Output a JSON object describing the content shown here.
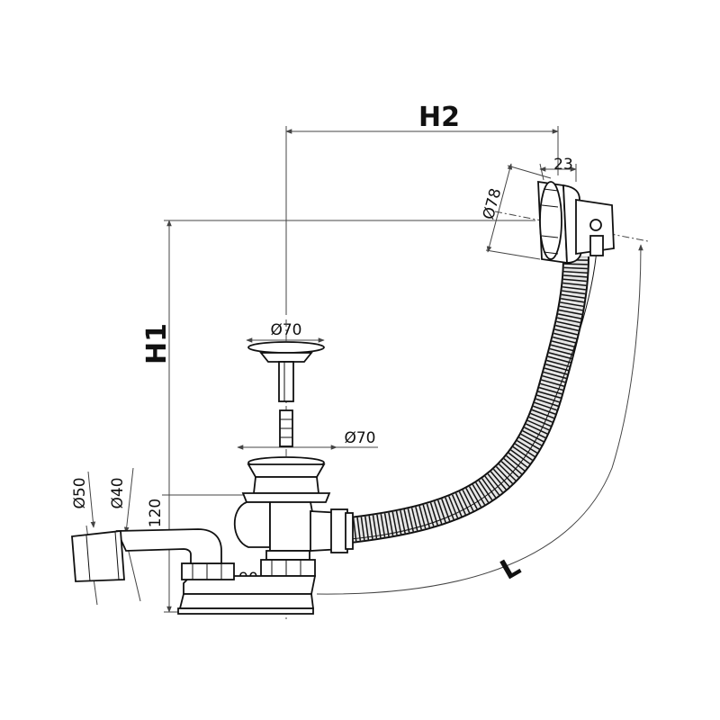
{
  "labels": {
    "h2": "H2",
    "h1": "H1",
    "l": "L",
    "d23": "23",
    "d78": "Ø78",
    "d70_cap": "Ø70",
    "d70_strainer": "Ø70",
    "d50": "Ø50",
    "d40": "Ø40",
    "h120": "120",
    "w90": "90"
  },
  "colors": {
    "line": "#111111",
    "dim": "#444444",
    "hose_fill": "#e6e6e6"
  }
}
